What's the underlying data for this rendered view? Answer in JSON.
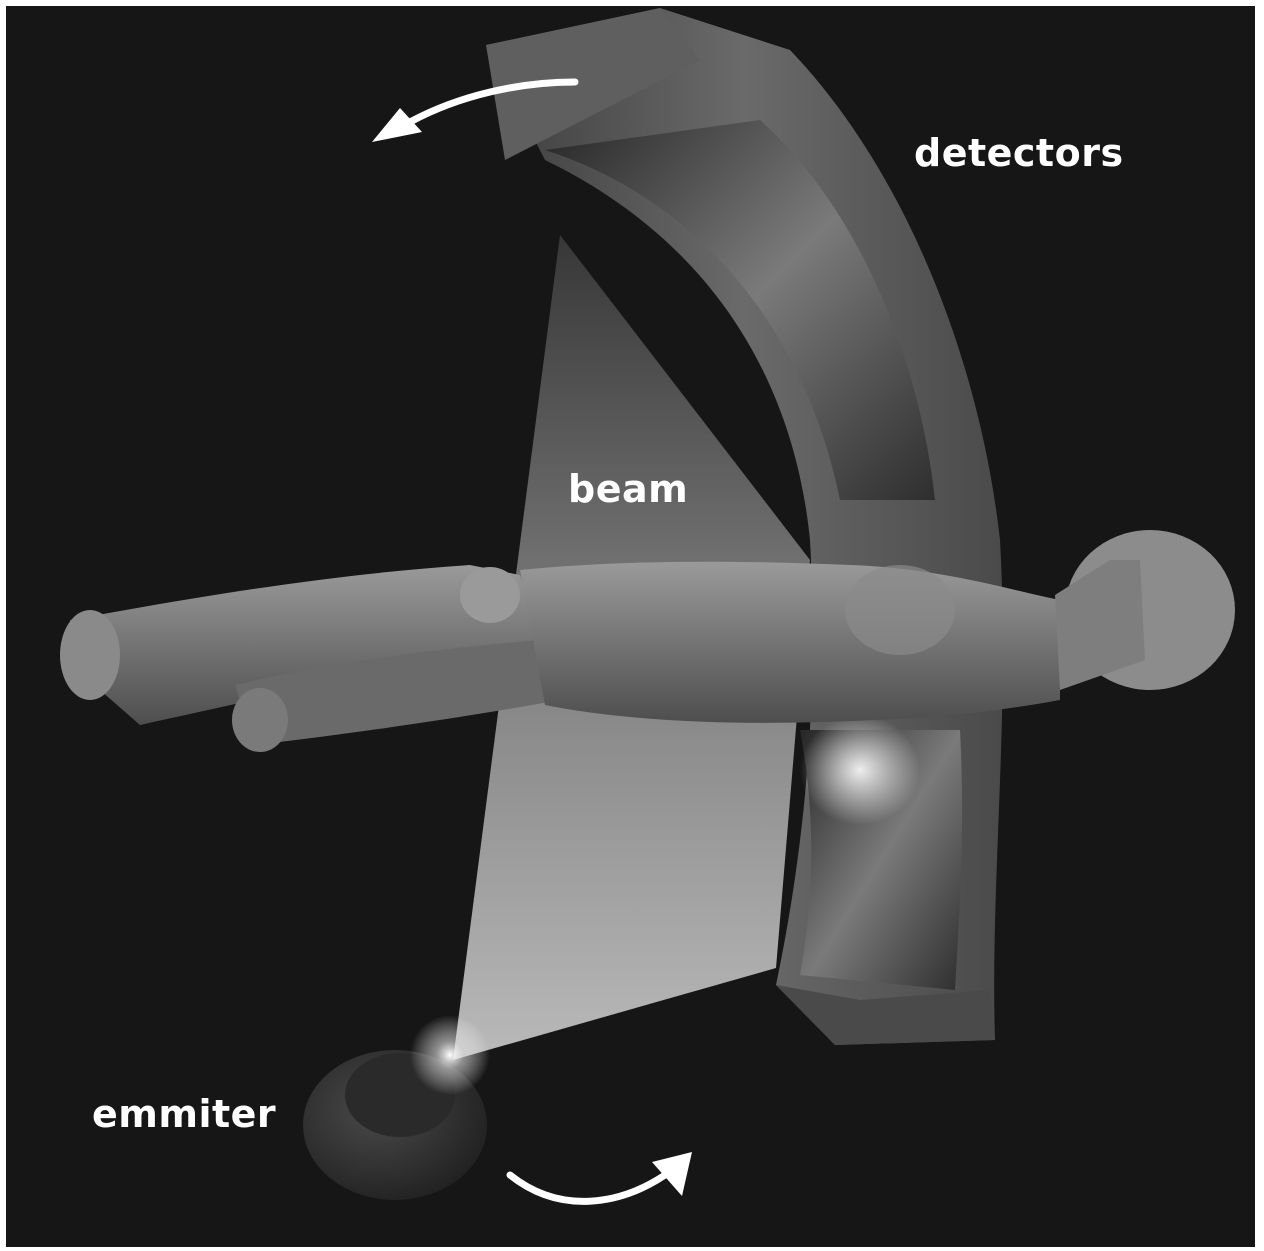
{
  "labels": {
    "detectors": "detectors",
    "beam": "beam",
    "emmiter": "emmiter"
  },
  "colors": {
    "background": "#161616",
    "frame": "#ffffff",
    "label": "#ffffff",
    "detector_housing": "#5a5a5a",
    "beam": "#8a8a8a",
    "body": "#6e6e6e",
    "arrow": "#ffffff"
  },
  "icons": {
    "top_arrow": "curved-arrow-left-icon",
    "bottom_arrow": "curved-arrow-right-icon"
  }
}
